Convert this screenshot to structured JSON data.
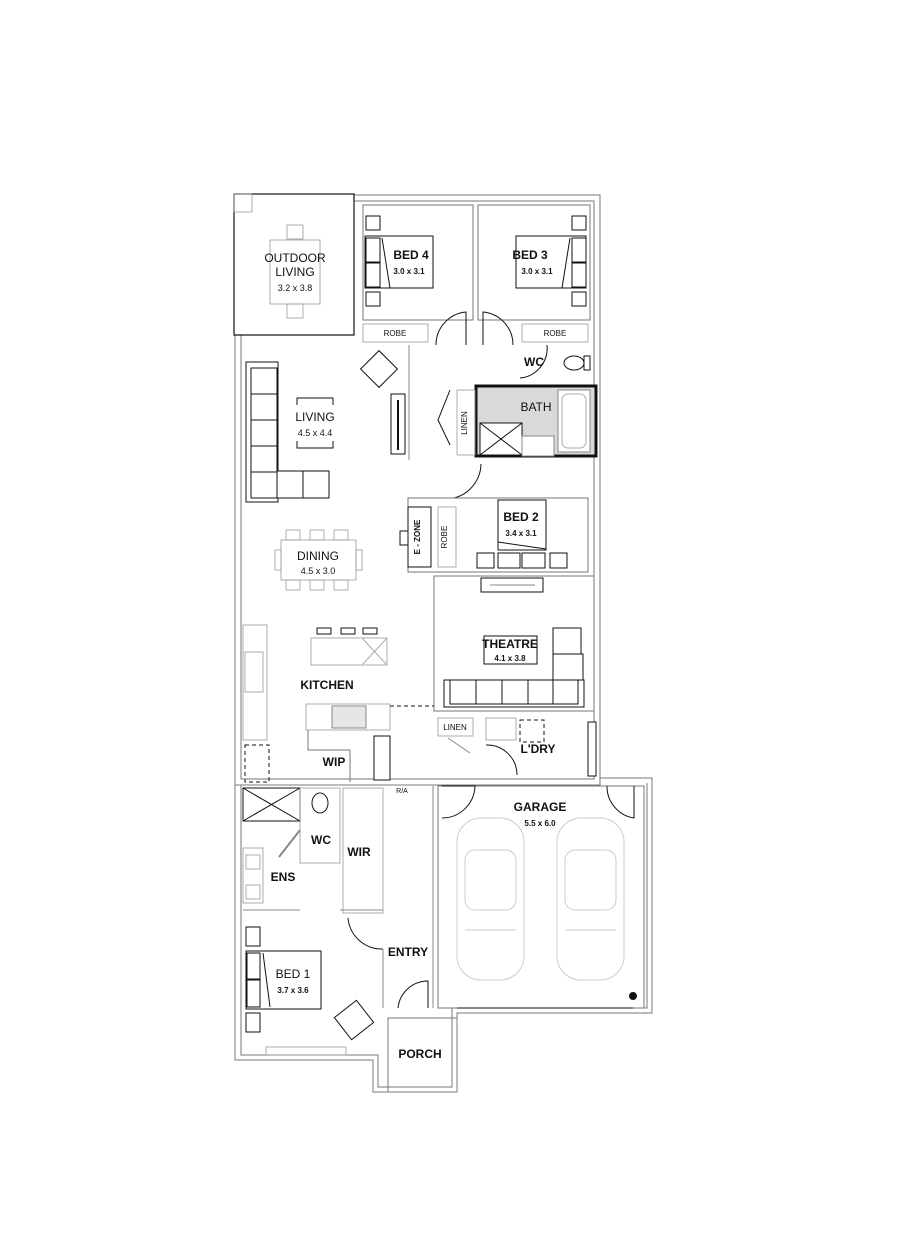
{
  "plan": {
    "rooms": [
      {
        "name": "OUTDOOR LIVING",
        "line1": "OUTDOOR",
        "line2": "LIVING",
        "size": "3.2 x 3.8"
      },
      {
        "name": "BED 4",
        "size": "3.0 x 3.1"
      },
      {
        "name": "BED 3",
        "size": "3.0 x 3.1"
      },
      {
        "name": "ROBE"
      },
      {
        "name": "ROBE"
      },
      {
        "name": "WC"
      },
      {
        "name": "LIVING",
        "size": "4.5 x 4.4"
      },
      {
        "name": "BATH"
      },
      {
        "name": "LINEN"
      },
      {
        "name": "BED 2",
        "size": "3.4 x 3.1"
      },
      {
        "name": "E - ZONE"
      },
      {
        "name": "ROBE"
      },
      {
        "name": "DINING",
        "size": "4.5 x 3.0"
      },
      {
        "name": "THEATRE",
        "size": "4.1 x 3.8"
      },
      {
        "name": "KITCHEN"
      },
      {
        "name": "LINEN"
      },
      {
        "name": "L'DRY"
      },
      {
        "name": "WIP"
      },
      {
        "name": "GARAGE",
        "size": "5.5 x 6.0"
      },
      {
        "name": "WC"
      },
      {
        "name": "WIR"
      },
      {
        "name": "ENS"
      },
      {
        "name": "ENTRY"
      },
      {
        "name": "BED 1",
        "size": "3.7 x 3.6"
      },
      {
        "name": "PORCH"
      }
    ],
    "annotations": {
      "ra": "R/A"
    }
  }
}
